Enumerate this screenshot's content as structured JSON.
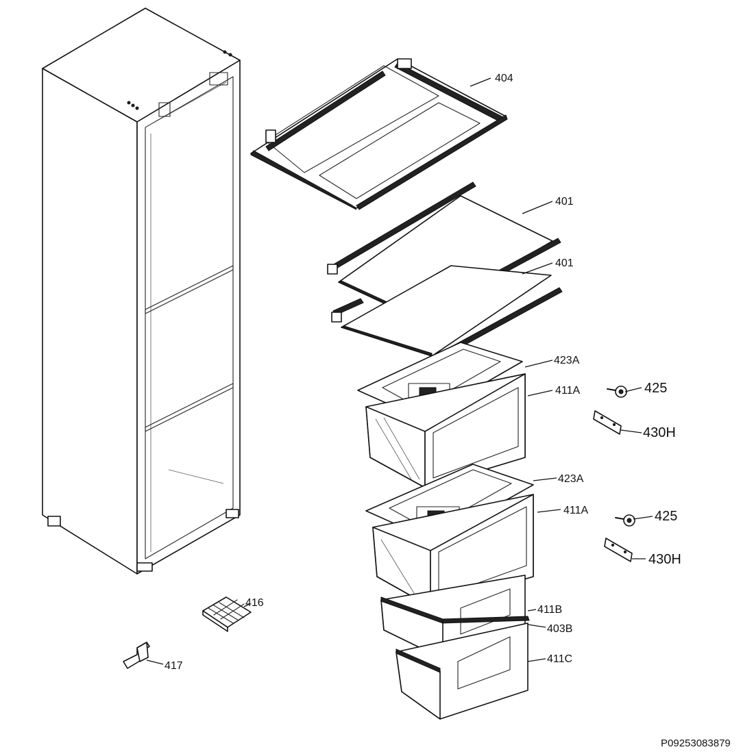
{
  "labels": {
    "p404": "404",
    "p401a": "401",
    "p401b": "401",
    "p423a_1": "423A",
    "p411a_1": "411A",
    "p425_1": "425",
    "p430h_1": "430H",
    "p423a_2": "423A",
    "p411a_2": "411A",
    "p425_2": "425",
    "p430h_2": "430H",
    "p416": "416",
    "p417": "417",
    "p411b": "411B",
    "p403b": "403B",
    "p411c": "411C"
  },
  "drawing_code": "P09253083879"
}
